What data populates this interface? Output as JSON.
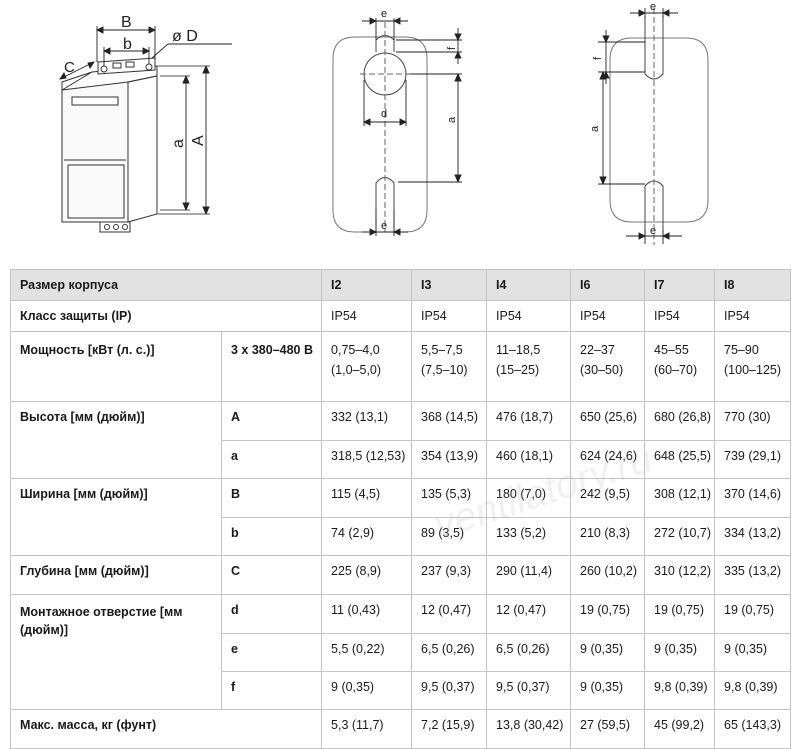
{
  "drawing_labels": {
    "B": "B",
    "b": "b",
    "C": "C",
    "D": "ø D",
    "a": "a",
    "A": "A",
    "e": "e",
    "f": "f",
    "d": "d"
  },
  "table": {
    "header": [
      "Размер корпуса",
      "I2",
      "I3",
      "I4",
      "I6",
      "I7",
      "I8"
    ],
    "rows": {
      "protection": {
        "label": "Класс защиты (IP)",
        "values": [
          "IP54",
          "IP54",
          "IP54",
          "IP54",
          "IP54",
          "IP54"
        ]
      },
      "power": {
        "label": "Мощность [кВт (л. с.)]",
        "sub": "3 x 380–480 В",
        "values": [
          "0,75–4,0",
          "5,5–7,5",
          "11–18,5",
          "22–37",
          "45–55",
          "75–90"
        ],
        "values2": [
          "(1,0–5,0)",
          "(7,5–10)",
          "(15–25)",
          "(30–50)",
          "(60–70)",
          "(100–125)"
        ]
      },
      "height_A": {
        "label": "Высота [мм (дюйм)]",
        "sub": "A",
        "values": [
          "332 (13,1)",
          "368 (14,5)",
          "476 (18,7)",
          "650 (25,6)",
          "680 (26,8)",
          "770 (30)"
        ]
      },
      "height_a": {
        "sub": "a",
        "values": [
          "318,5 (12,53)",
          "354 (13,9)",
          "460 (18,1)",
          "624 (24,6)",
          "648 (25,5)",
          "739 (29,1)"
        ]
      },
      "width_B": {
        "label": "Ширина [мм (дюйм)]",
        "sub": "B",
        "values": [
          "115 (4,5)",
          "135 (5,3)",
          "180 (7,0)",
          "242 (9,5)",
          "308 (12,1)",
          "370 (14,6)"
        ]
      },
      "width_b": {
        "sub": "b",
        "values": [
          "74 (2,9)",
          "89 (3,5)",
          "133 (5,2)",
          "210 (8,3)",
          "272 (10,7)",
          "334 (13,2)"
        ]
      },
      "depth_C": {
        "label": "Глубина [мм (дюйм)]",
        "sub": "C",
        "values": [
          "225 (8,9)",
          "237 (9,3)",
          "290 (11,4)",
          "260 (10,2)",
          "310 (12,2)",
          "335 (13,2)"
        ]
      },
      "hole_d": {
        "label": "Монтажное отверстие [мм (дюйм)]",
        "sub": "d",
        "values": [
          "11 (0,43)",
          "12 (0,47)",
          "12 (0,47)",
          "19 (0,75)",
          "19 (0,75)",
          "19 (0,75)"
        ]
      },
      "hole_e": {
        "sub": "e",
        "values": [
          "5,5 (0,22)",
          "6,5 (0,26)",
          "6,5 (0,26)",
          "9 (0,35)",
          "9 (0,35)",
          "9 (0,35)"
        ]
      },
      "hole_f": {
        "sub": "f",
        "values": [
          "9 (0,35)",
          "9,5 (0,37)",
          "9,5 (0,37)",
          "9 (0,35)",
          "9,8 (0,39)",
          "9,8 (0,39)"
        ]
      },
      "mass": {
        "label": "Макс. масса, кг (фунт)",
        "values": [
          "5,3 (11,7)",
          "7,2 (15,9)",
          "13,8 (30,42)",
          "27 (59,5)",
          "45 (99,2)",
          "65 (143,3)"
        ]
      }
    }
  },
  "watermark": "ventilatory.ru"
}
